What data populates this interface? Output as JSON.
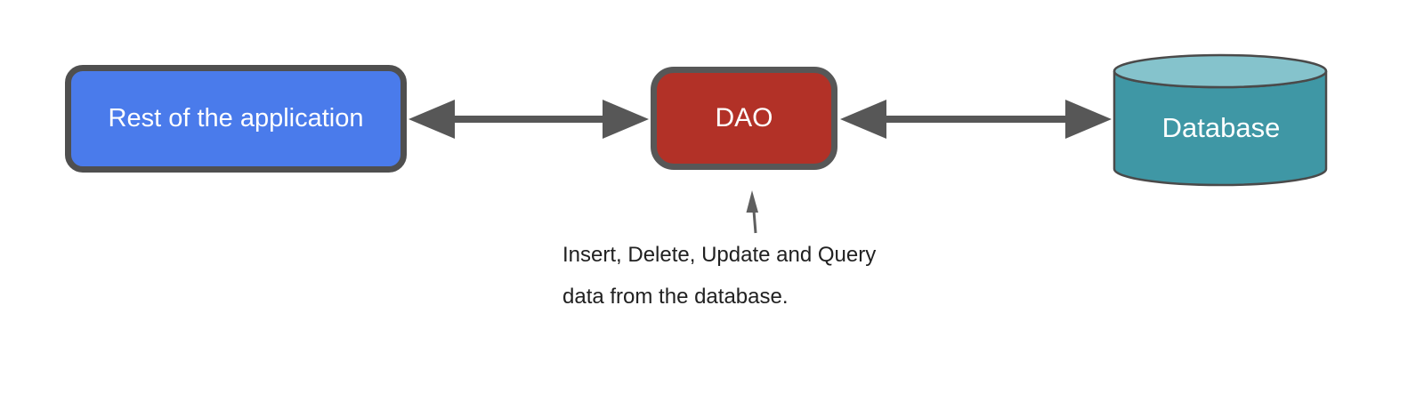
{
  "diagram": {
    "background": "#ffffff",
    "nodes": {
      "app": {
        "label": "Rest of the application",
        "fill": "#4a7beb",
        "border_color": "#4f4f4f",
        "text_color": "#ffffff"
      },
      "dao": {
        "label": "DAO",
        "fill": "#b23127",
        "border_color": "#575757",
        "text_color": "#ffffff"
      },
      "database": {
        "label": "Database",
        "body_fill": "#3f97a5",
        "top_fill": "#85c3cc",
        "border_color": "#4a4a4a",
        "text_color": "#ffffff"
      }
    },
    "connectors": {
      "app_dao": {
        "type": "double-headed-arrow",
        "color": "#575757"
      },
      "dao_database": {
        "type": "double-headed-arrow",
        "color": "#575757"
      },
      "annotation_pointer": {
        "type": "up-arrow",
        "color": "#5f5f5f"
      }
    },
    "annotation": {
      "line1": "Insert, Delete, Update and Query",
      "line2": "data from the database.",
      "color": "#212121"
    }
  }
}
